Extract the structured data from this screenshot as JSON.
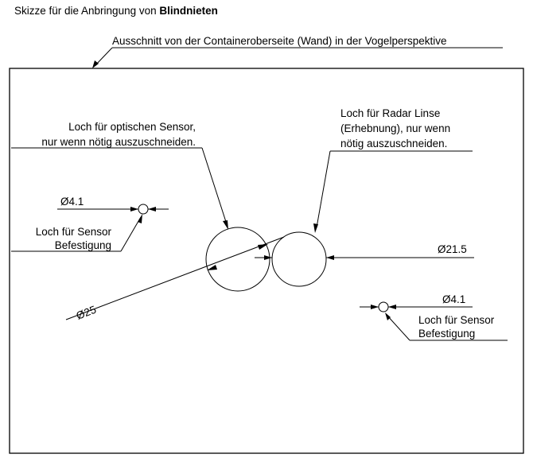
{
  "title": {
    "prefix": "Skizze für die Anbringung von ",
    "bold": "Blindnieten"
  },
  "frame_label": "Ausschnitt von der Containeroberseite (Wand) in der Vogelperspektive",
  "callouts": {
    "optical_sensor": {
      "line1": "Loch für optischen Sensor,",
      "line2": "nur wenn nötig auszuschneiden."
    },
    "radar_lens": {
      "line1": "Loch für Radar Linse",
      "line2": "(Erhebnung), nur wenn",
      "line3": "nötig auszuschneiden."
    },
    "sensor_mount_left": {
      "line1": "Loch für Sensor",
      "line2": "Befestigung"
    },
    "sensor_mount_right": {
      "line1": "Loch für Sensor",
      "line2": "Befestigung"
    }
  },
  "dimensions": {
    "small_hole_left": "Ø4.1",
    "small_hole_right": "Ø4.1",
    "big_circle": "Ø25",
    "radar_circle": "Ø21.5"
  }
}
